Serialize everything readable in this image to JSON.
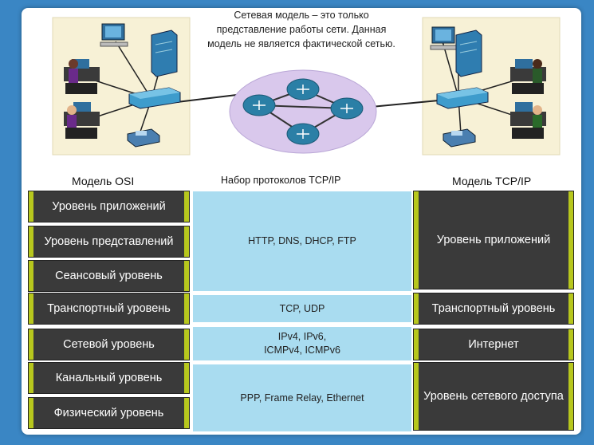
{
  "caption": "Сетевая модель – это только представление работы сети. Данная модель не является фактической сетью.",
  "columns": {
    "osi": "Модель OSI",
    "protocols": "Набор протоколов TCP/IP",
    "tcpip": "Модель TCP/IP"
  },
  "osi_layers": [
    "Уровень приложений",
    "Уровень представлений",
    "Сеансовый уровень",
    "Транспортный уровень",
    "Сетевой уровень",
    "Канальный уровень",
    "Физический уровень"
  ],
  "protocols": [
    "HTTP, DNS, DHCP, FTP",
    "TCP, UDP",
    "IPv4, IPv6, ICMPv4, ICMPv6",
    "PPP, Frame Relay, Ethernet"
  ],
  "tcpip_layers": [
    "Уровень приложений",
    "Транспортный уровень",
    "Интернет",
    "Уровень сетевого доступа"
  ],
  "colors": {
    "layer_box": "#3a3a3a",
    "layer_accent": "#b7c71d",
    "protocol_band": "#a9dcf0",
    "cloud": "#d9c8ec",
    "router": "#2b7fa6"
  },
  "icons": [
    "computer-icon",
    "server-icon",
    "switch-icon",
    "ip-phone-icon",
    "user-at-desk-icon",
    "router-icon",
    "cloud-icon"
  ]
}
